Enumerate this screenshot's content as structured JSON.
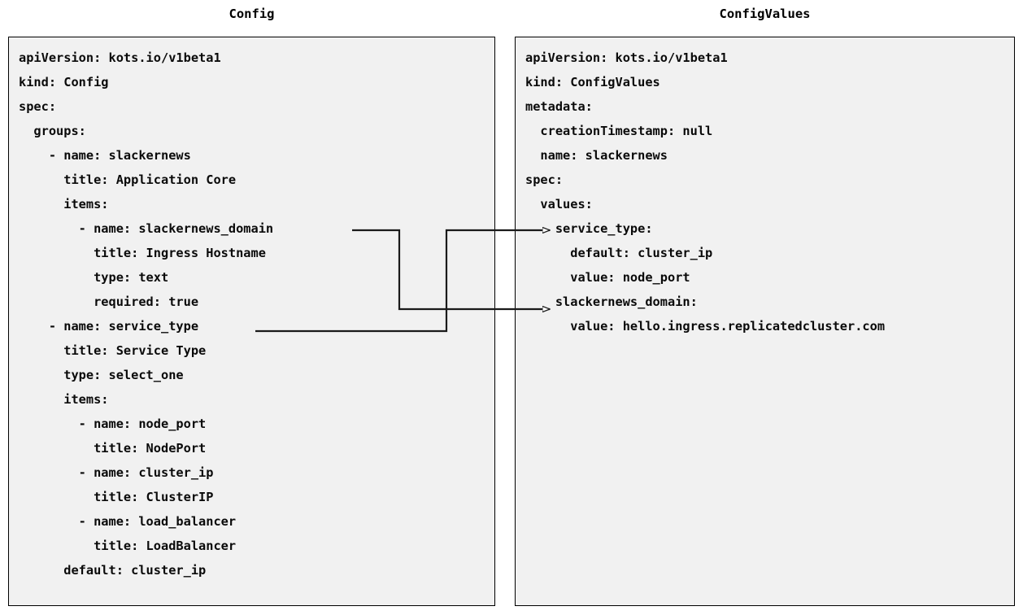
{
  "titles": {
    "left": "Config",
    "right": "ConfigValues"
  },
  "config_panel": {
    "name": "Config",
    "lines": [
      "apiVersion: kots.io/v1beta1",
      "kind: Config",
      "spec:",
      "  groups:",
      "    - name: slackernews",
      "      title: Application Core",
      "      items:",
      "        - name: slackernews_domain",
      "          title: Ingress Hostname",
      "          type: text",
      "          required: true",
      "    - name: service_type",
      "      title: Service Type",
      "      type: select_one",
      "      items:",
      "        - name: node_port",
      "          title: NodePort",
      "        - name: cluster_ip",
      "          title: ClusterIP",
      "        - name: load_balancer",
      "          title: LoadBalancer",
      "      default: cluster_ip"
    ]
  },
  "configvalues_panel": {
    "name": "ConfigValues",
    "lines": [
      "apiVersion: kots.io/v1beta1",
      "kind: ConfigValues",
      "metadata:",
      "  creationTimestamp: null",
      "  name: slackernews",
      "spec:",
      "  values:",
      "    service_type:",
      "      default: cluster_ip",
      "      value: node_port",
      "    slackernews_domain:",
      "      value: hello.ingress.replicatedcluster.com"
    ]
  },
  "connections": [
    {
      "label": "slackernews_domain-to-slackernews_domain",
      "from_line": "- name: slackernews_domain",
      "to_line": "slackernews_domain:"
    },
    {
      "label": "service_type-to-service_type",
      "from_line": "- name: service_type",
      "to_line": "service_type:"
    }
  ],
  "colors": {
    "panel_background": "#f1f1f1",
    "page_background": "#ffffff",
    "border": "#000000",
    "text": "#0a0a0a",
    "connector": "#1a1a1a"
  }
}
